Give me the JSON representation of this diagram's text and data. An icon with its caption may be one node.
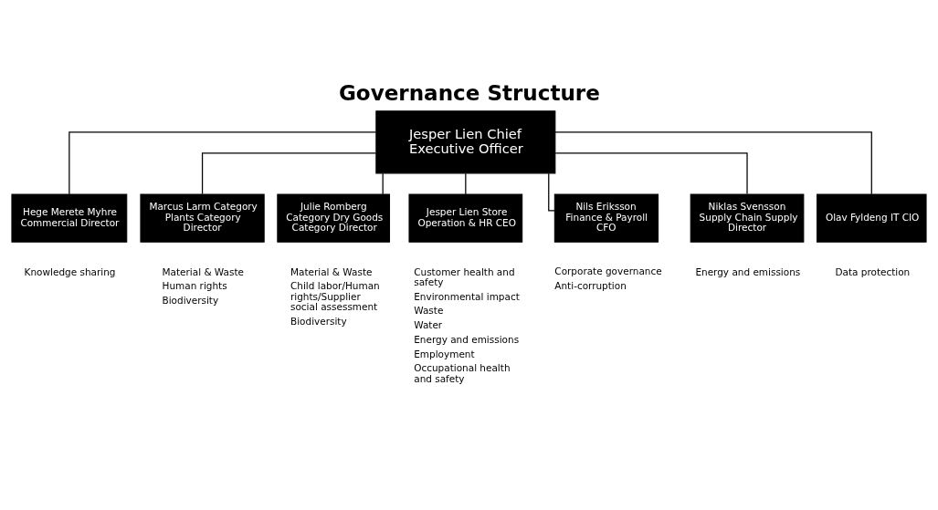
{
  "diagram": {
    "title": "Governance Structure",
    "nodes": [
      {
        "text": [
          "Jesper Lien Chief Executive Officer"
        ]
      },
      {
        "text": [
          "Hege Merete Myhre Commercial Director"
        ],
        "beside": [
          "Knowledge sharing"
        ]
      },
      {
        "text": [
          "Marcus Larm Category Plants Category Director"
        ],
        "beside": [
          "Material & Waste",
          "Human rights",
          "Biodiversity"
        ]
      },
      {
        "text": [
          "Julie Romberg Category Dry Goods Category Director"
        ],
        "beside": [
          "Material & Waste",
          "Child labor/Human rights/Supplier social assessment",
          "Biodiversity"
        ]
      },
      {
        "text": [
          "Jesper Lien Store Operation & HR CEO"
        ],
        "beside": [
          "Customer health and safety",
          "Environmental impact",
          "Waste",
          "Water",
          "Energy and emissions",
          "Employment",
          "Occupational health and safety"
        ]
      },
      {
        "text": [
          "Nils Eriksson Finance & Payroll CFO"
        ],
        "beside": [
          "Corporate governance",
          "Anti-corruption"
        ]
      },
      {
        "text": [
          "Niklas Svensson Supply Chain Supply Director"
        ],
        "beside": [
          "Energy and emissions"
        ]
      },
      {
        "text": [
          "Olav Fyldeng IT CIO"
        ],
        "beside": [
          "Data protection"
        ]
      }
    ],
    "edges": [
      {
        "from": 0,
        "to": 1,
        "arrow": "none"
      },
      {
        "from": 0,
        "to": 2,
        "arrow": "none"
      },
      {
        "from": 0,
        "to": 3,
        "arrow": "none"
      },
      {
        "from": 0,
        "to": 4,
        "arrow": "none"
      },
      {
        "from": 0,
        "to": 5,
        "arrow": "none"
      },
      {
        "from": 0,
        "to": 6,
        "arrow": "none"
      },
      {
        "from": 0,
        "to": 7,
        "arrow": "none"
      }
    ]
  }
}
